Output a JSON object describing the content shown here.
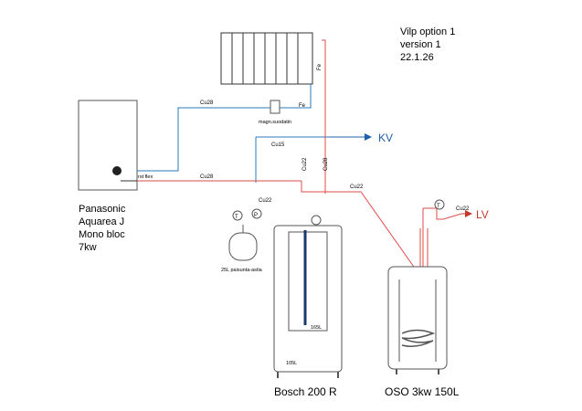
{
  "title": {
    "line1": "Vilp option 1",
    "line2": "version 1",
    "line3": "22.1.26"
  },
  "heat_pump": {
    "line1": "Panasonic",
    "line2": "Aquarea J",
    "line3": "Mono bloc",
    "line4": "7kw"
  },
  "labels": {
    "cu28_top": "Cu28",
    "fe_top": "Fe",
    "fe_vertical": "Fe",
    "magn_filter": "magn.suodatin",
    "cu15": "Cu15",
    "kv": "KV",
    "rst_flex": "rst flex",
    "cu28_mid": "Cu28",
    "cu22_vertical": "Cu22",
    "cu28_vertical": "Cu28",
    "cu22_right": "Cu22",
    "cu22_left": "Cu22",
    "cu22_lv": "Cu22",
    "lv": "LV",
    "expansion_tank": "25L paisunta-astia",
    "tank_inner": "165L",
    "tank_outer": "105L",
    "bosch": "Bosch 200 R",
    "oso": "OSO 3kw 150L",
    "t_sensor": "T",
    "p_sensor": "P"
  },
  "colors": {
    "hot": "#e24b4b",
    "cold": "#2a7ab8",
    "outline": "#333333",
    "kv": "#1f5fa8",
    "lv": "#c0392b"
  }
}
